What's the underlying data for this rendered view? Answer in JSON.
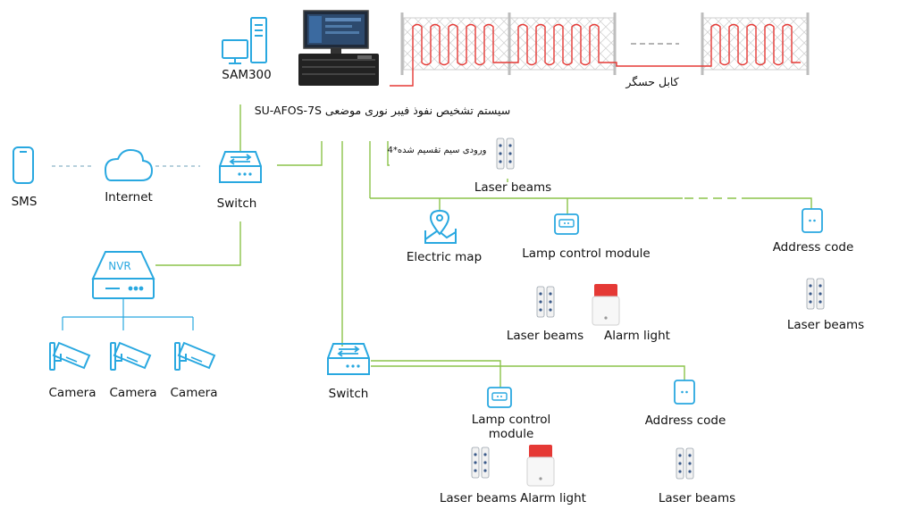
{
  "labels": {
    "sam300": "SAM300",
    "system_title": "سیستم تشخیص نفوذ فیبر نوری موضعی SU-AFOS-7S",
    "cable": "کابل حسگر",
    "input_wire": "ورودی سیم تقسیم شده*4",
    "sms": "SMS",
    "internet": "Internet",
    "switch_top": "Switch",
    "switch_bottom": "Switch",
    "nvr": "NVR",
    "camera_1": "Camera",
    "camera_2": "Camera",
    "camera_3": "Camera",
    "laser_beams_top": "Laser beams",
    "electric_map": "Electric map",
    "lamp_control_1": "Lamp control module",
    "address_code_1": "Address code",
    "laser_beams_1": "Laser beams",
    "alarm_light_1": "Alarm light",
    "laser_beams_addr1": "Laser  beams",
    "lamp_control_2": "Lamp control module",
    "address_code_2": "Address code",
    "laser_beams_2": "Laser beams",
    "alarm_light_2": "Alarm light",
    "laser_beams_addr2": "Laser beams"
  },
  "colors": {
    "line": "#8bc34a",
    "icon": "#29a8e0",
    "fiber": "#e53935",
    "fence": "#c9c9c9",
    "dash": "#8ab4c8"
  },
  "icons": {
    "workstation": "computer-tower-icon",
    "server": "server-monitor-icon",
    "phone": "phone-icon",
    "cloud": "cloud-icon",
    "switch": "network-switch-icon",
    "nvr": "nvr-recorder-icon",
    "camera": "cctv-camera-icon",
    "map": "map-pin-icon",
    "module": "control-module-icon",
    "laser": "laser-beam-sensor-icon",
    "alarm": "alarm-light-icon"
  }
}
